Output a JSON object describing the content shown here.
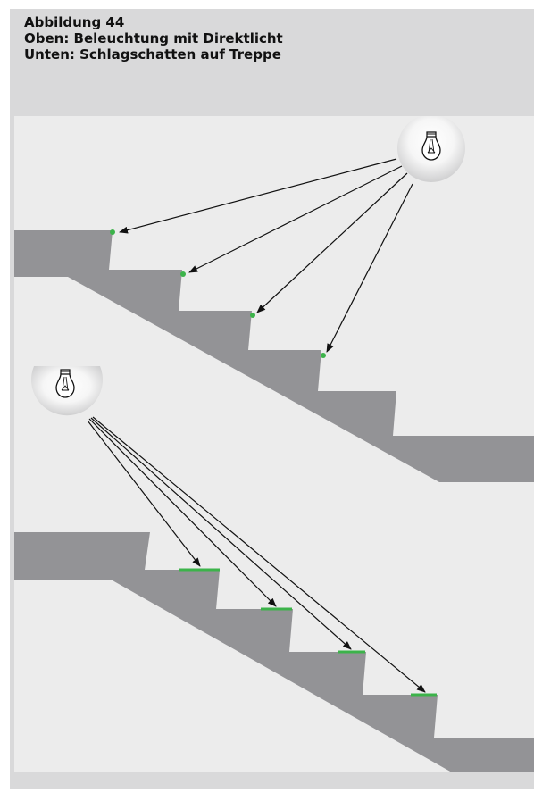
{
  "caption": {
    "figure_label": "Abbildung 44",
    "line_top": "Oben: Beleuchtung mit Direktlicht",
    "line_bottom": "Unten: Schlagschatten auf Treppe"
  },
  "colors": {
    "frame": "#d9d9da",
    "panel": "#ececec",
    "stair": "#939396",
    "lit_highlight": "#3cb34a",
    "arrow": "#111111"
  }
}
